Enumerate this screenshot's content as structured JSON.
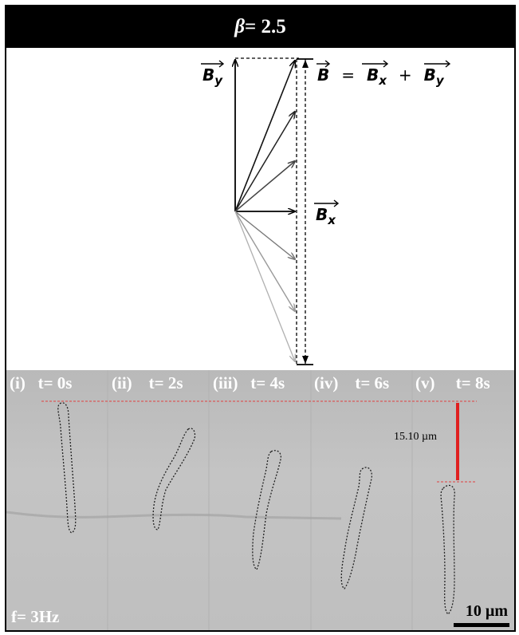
{
  "title": {
    "symbol": "β",
    "rest": " = 2.5"
  },
  "vectors": {
    "b_label": "B",
    "b_eq": "=",
    "bx_label": "B",
    "bx_sub": "x",
    "by_label": "B",
    "by_sub": "y",
    "plus": "+"
  },
  "frames": [
    {
      "roman": "(i)",
      "time": "t= 0s"
    },
    {
      "roman": "(ii)",
      "time": "t= 2s"
    },
    {
      "roman": "(iii)",
      "time": "t= 4s"
    },
    {
      "roman": "(iv)",
      "time": "t= 6s"
    },
    {
      "roman": "(v)",
      "time": "t= 8s"
    }
  ],
  "displacement_label": "15.10 µm",
  "scale_bar_label": "10 µm",
  "frequency_label": "f= 3Hz",
  "colors": {
    "title_bg": "#000000",
    "marker_red": "#e02020",
    "image_bg": "#c0c0c0"
  }
}
